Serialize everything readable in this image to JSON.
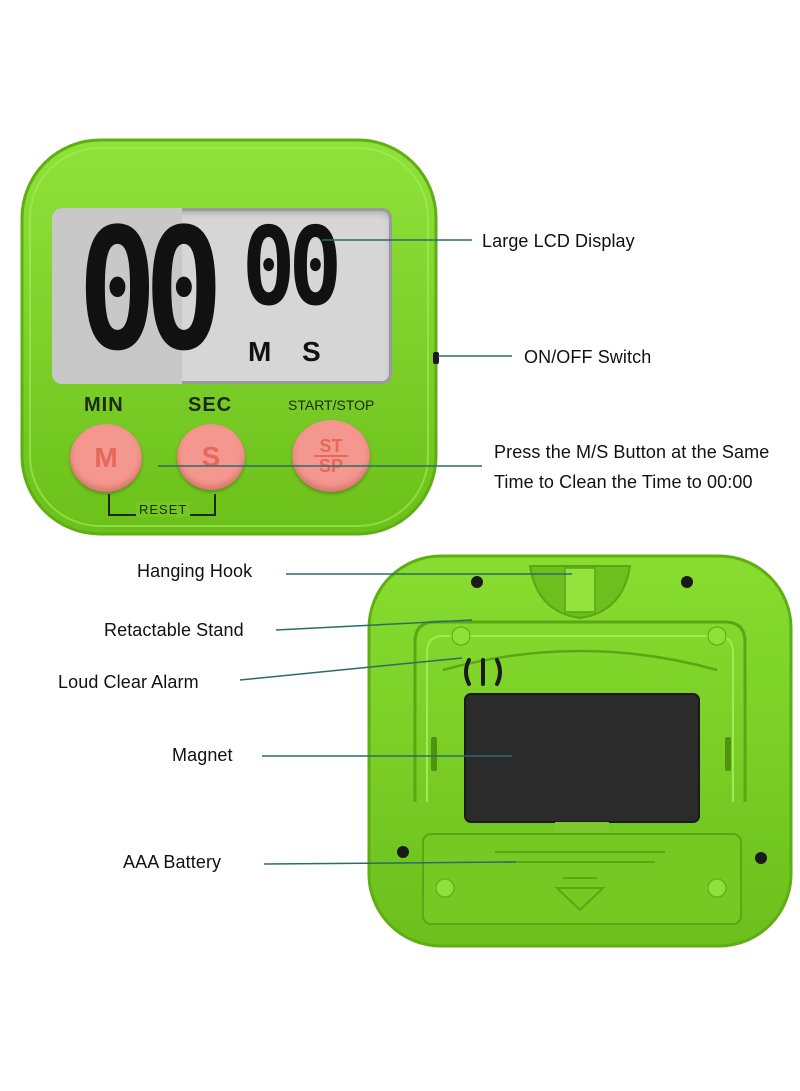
{
  "front": {
    "display": {
      "minutes": "00",
      "seconds": "00",
      "m_label": "M",
      "s_label": "S"
    },
    "button_labels": {
      "min": "MIN",
      "sec": "SEC",
      "start_stop": "START/STOP"
    },
    "buttons": {
      "m": "M",
      "s": "S",
      "st": "ST",
      "sp": "SP"
    },
    "reset_label": "RESET"
  },
  "callouts": {
    "lcd": "Large LCD Display",
    "switch": "ON/OFF Switch",
    "press_line1": "Press the M/S Button at the Same",
    "press_line2": "Time to Clean the Time to 00:00",
    "hook": "Hanging Hook",
    "stand": "Retactable Stand",
    "alarm": "Loud Clear Alarm",
    "magnet": "Magnet",
    "battery": "AAA Battery"
  },
  "colors": {
    "body_green": "#7ed321",
    "body_dark_green": "#5fae12",
    "lcd_bg": "#d9d9d9",
    "button_pink": "#f4978e",
    "leader_line": "#2c6b6b"
  }
}
